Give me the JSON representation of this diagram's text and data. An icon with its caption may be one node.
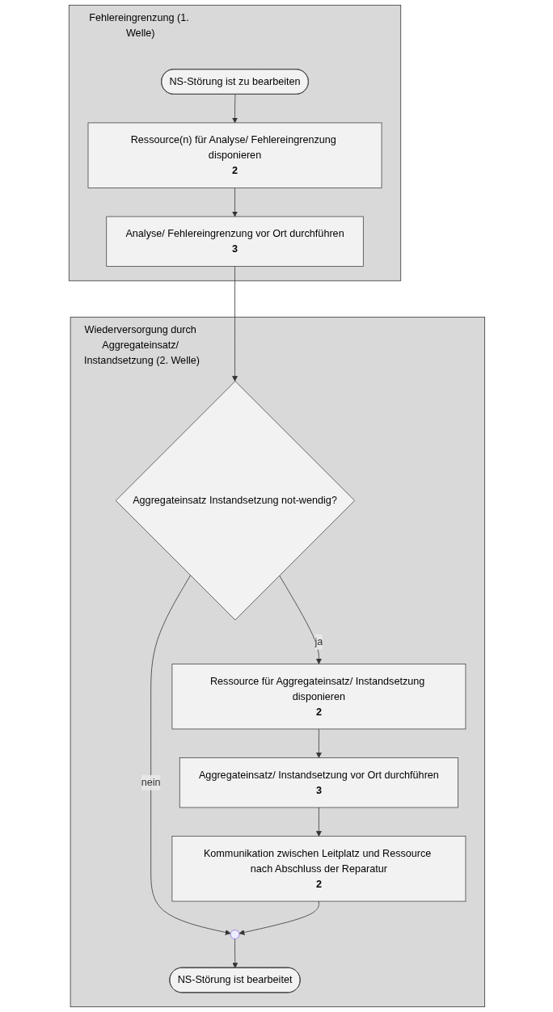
{
  "diagram": {
    "nodes": [
      {
        "text": [
          "Fehlereingrenzung (1. Welle)"
        ]
      },
      {
        "text": [
          "NS-Störung ist zu bearbeiten"
        ],
        "in": 0
      },
      {
        "text": [
          "Ressource(n) für Analyse/ Fehlereingrenzung disponieren",
          "2"
        ],
        "in": 0
      },
      {
        "text": [
          "Analyse/ Fehlereingrenzung vor Ort durchführen",
          "3"
        ],
        "in": 0
      },
      {
        "text": [
          "Wiederversorgung durch Aggregateinsatz/ Instandsetzung (2. Welle)"
        ]
      },
      {
        "text": [
          "Aggregateinsatz Instandsetzung not-wendig?"
        ],
        "in": 4
      },
      {
        "text": [
          "Ressource für Aggregateinsatz/ Instandsetzung disponieren",
          "2"
        ],
        "in": 4
      },
      {
        "text": [
          "Aggregateinsatz/ Instandsetzung vor Ort durchführen",
          "3"
        ],
        "in": 4
      },
      {
        "text": [
          "Kommunikation zwischen Leitplatz und Ressource nach Abschluss der Reparatur",
          "2"
        ],
        "in": 4
      },
      {
        "text": [],
        "shape": "circle",
        "in": 4
      },
      {
        "text": [
          "NS-Störung ist bearbeitet"
        ],
        "in": 4
      }
    ],
    "edges": [
      {
        "from": 1,
        "to": 2,
        "arrow": "to"
      },
      {
        "from": 2,
        "to": 3,
        "arrow": "to"
      },
      {
        "from": 3,
        "to": 5,
        "arrow": "to"
      },
      {
        "from": 5,
        "to": 6,
        "label": "ja",
        "arrow": "to"
      },
      {
        "from": 5,
        "to": 9,
        "label": "nein",
        "arrow": "to"
      },
      {
        "from": 6,
        "to": 7,
        "arrow": "to"
      },
      {
        "from": 7,
        "to": 8,
        "arrow": "to"
      },
      {
        "from": 8,
        "to": 9,
        "arrow": "to"
      },
      {
        "from": 9,
        "to": 10,
        "arrow": "to"
      }
    ]
  }
}
